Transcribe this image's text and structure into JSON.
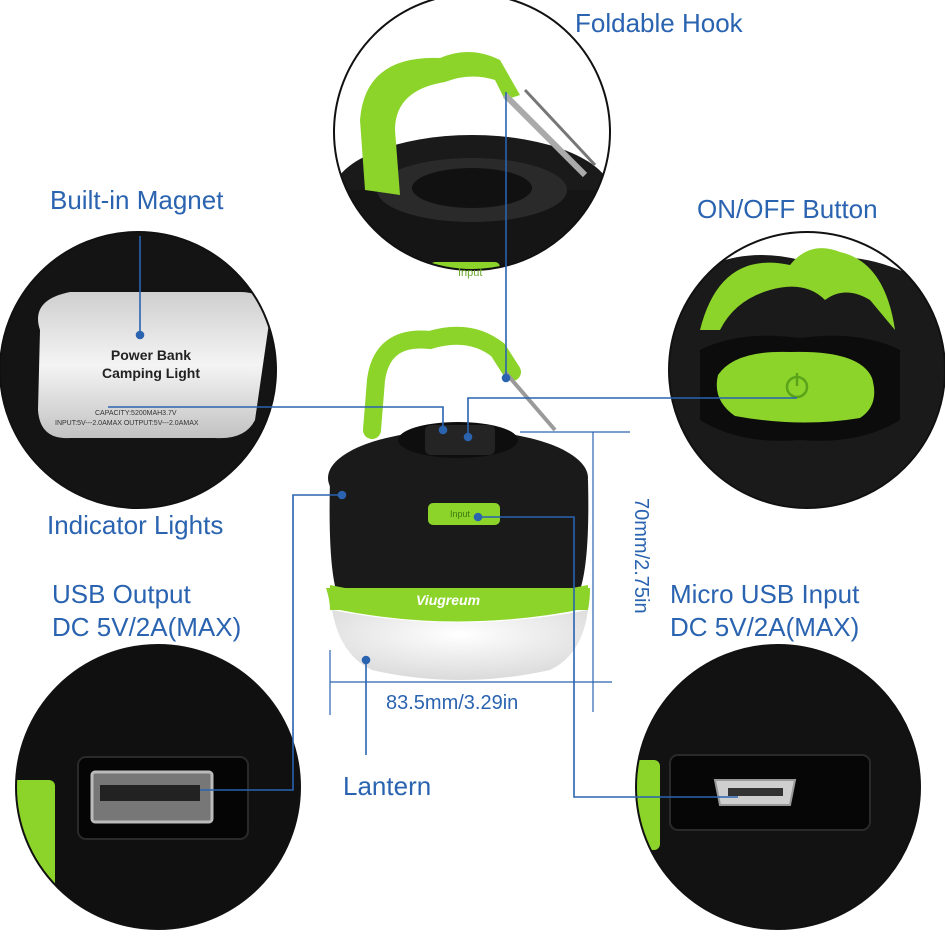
{
  "labels": {
    "foldable_hook": "Foldable Hook",
    "built_in_magnet": "Built-in Magnet",
    "on_off_button": "ON/OFF Button",
    "indicator_lights": "Indicator Lights",
    "usb_output_line1": "USB Output",
    "usb_output_line2": "DC 5V/2A(MAX)",
    "micro_usb_line1": "Micro USB Input",
    "micro_usb_line2": "DC 5V/2A(MAX)",
    "lantern": "Lantern",
    "height_dim": "70mm/2.75in",
    "width_dim": "83.5mm/3.29in"
  },
  "product": {
    "brand": "Viugreum",
    "port_label": "Input",
    "magnet_plate_line1": "Power Bank",
    "magnet_plate_line2": "Camping Light",
    "magnet_plate_capacity": "CAPACITY:5200MAH3.7V",
    "magnet_plate_io": "INPUT:5V---2.0AMAX  OUTPUT:5V---2.0AMAX"
  },
  "colors": {
    "label_blue": "#2a63b0",
    "accent_green": "#8cd42a",
    "body_black": "#1a1a1a",
    "diffuser_white": "#eeeeee"
  }
}
